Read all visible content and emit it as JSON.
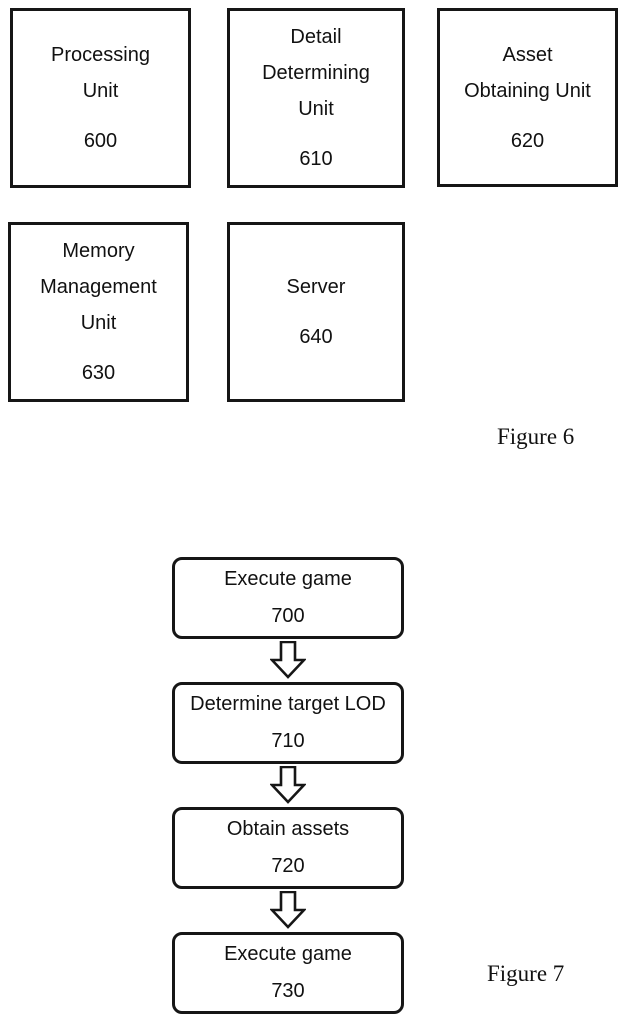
{
  "colors": {
    "ink": "#161616",
    "background": "#ffffff"
  },
  "figure6": {
    "caption": "Figure 6",
    "boxes": [
      {
        "name": "processing-unit",
        "lines": [
          "Processing",
          "Unit"
        ],
        "number": "600"
      },
      {
        "name": "detail-determining-unit",
        "lines": [
          "Detail",
          "Determining",
          "Unit"
        ],
        "number": "610"
      },
      {
        "name": "asset-obtaining-unit",
        "lines": [
          "Asset",
          "Obtaining Unit"
        ],
        "number": "620"
      },
      {
        "name": "memory-management-unit",
        "lines": [
          "Memory",
          "Management",
          "Unit"
        ],
        "number": "630"
      },
      {
        "name": "server",
        "lines": [
          "Server"
        ],
        "number": "640"
      }
    ]
  },
  "figure7": {
    "caption": "Figure 7",
    "steps": [
      {
        "label": "Execute game",
        "number": "700"
      },
      {
        "label": "Determine target LOD",
        "number": "710"
      },
      {
        "label": "Obtain assets",
        "number": "720"
      },
      {
        "label": "Execute game",
        "number": "730"
      }
    ]
  }
}
